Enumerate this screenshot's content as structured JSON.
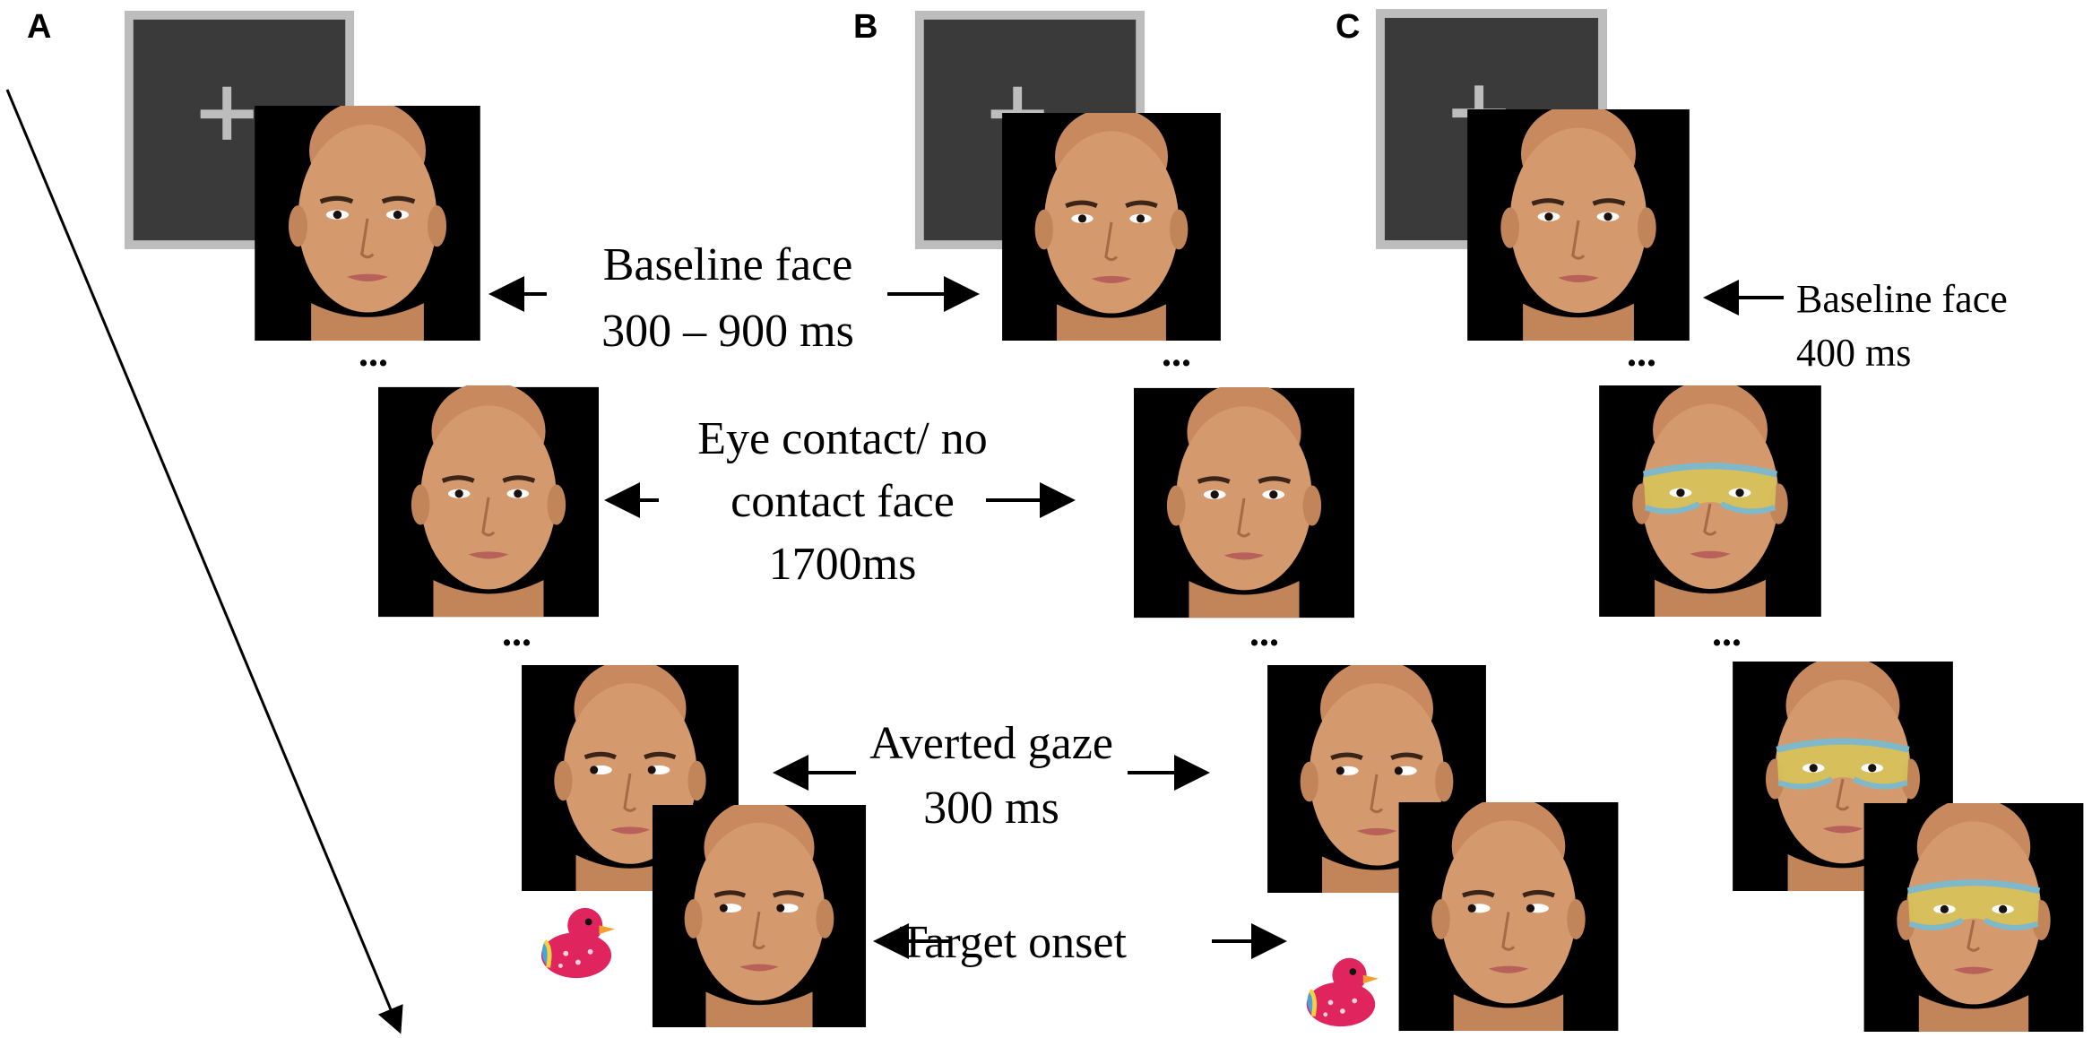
{
  "panels": [
    "A",
    "B",
    "C"
  ],
  "labels": {
    "baseline_line1": "Baseline face",
    "baseline_line2": "300 – 900 ms",
    "eye_line1": "Eye contact/ no",
    "eye_line2": "contact face",
    "eye_line3": "1700ms",
    "averted_line1": "Averted gaze",
    "averted_line2": "300 ms",
    "target": "Target onset",
    "c_baseline_line1": "Baseline face",
    "c_baseline_line2": "400 ms"
  },
  "ellipsis": "...",
  "colors": {
    "screen_fill": "#3a3a3a",
    "screen_border": "#bdbdbd",
    "cross": "#bdbdbd",
    "face_background": "#000000",
    "skin": "#d49a6e",
    "mask_yellow": "#d7c35a",
    "mask_blue": "#7fb8c8",
    "duck_body": "#e0245e",
    "duck_beak": "#f0a030"
  }
}
